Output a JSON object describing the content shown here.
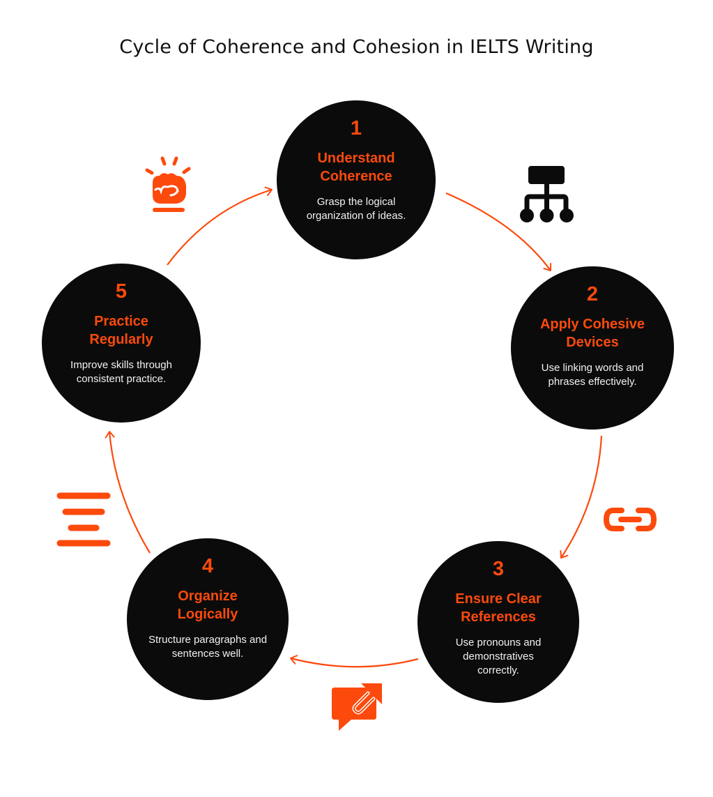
{
  "title": "Cycle of Coherence and Cohesion in IELTS Writing",
  "colors": {
    "accent": "#fc4a0c",
    "node_fill": "#0b0b0b",
    "node_text": "#f2f2f2",
    "title_text": "#111111",
    "background": "#ffffff"
  },
  "steps": [
    {
      "number": "1",
      "heading": "Understand Coherence",
      "description": "Grasp the logical organization of ideas.",
      "icon": "hierarchy-icon"
    },
    {
      "number": "2",
      "heading": "Apply Cohesive Devices",
      "description": "Use linking words and phrases effectively.",
      "icon": "link-icon"
    },
    {
      "number": "3",
      "heading": "Ensure Clear References",
      "description": "Use pronouns and demonstratives correctly.",
      "icon": "chat-share-icon"
    },
    {
      "number": "4",
      "heading": "Organize Logically",
      "description": "Structure paragraphs and sentences well.",
      "icon": "align-center-icon"
    },
    {
      "number": "5",
      "heading": "Practice Regularly",
      "description": "Improve skills through consistent practice.",
      "icon": "fist-bump-icon"
    }
  ],
  "flow": [
    "1 → 2",
    "2 → 3",
    "3 → 4",
    "4 → 5",
    "5 → 1"
  ]
}
